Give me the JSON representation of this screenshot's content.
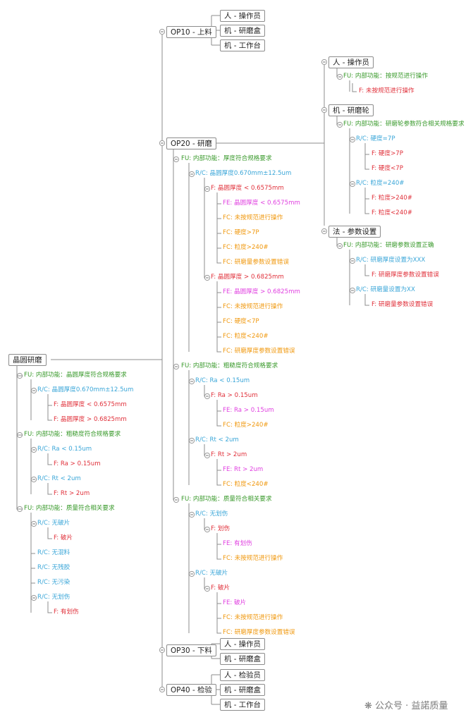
{
  "root": {
    "label": "晶圆研磨"
  },
  "left_tree": [
    {
      "type": "FU",
      "text": "内部功能：晶圆厚度符合规格要求",
      "children": [
        {
          "type": "R/C",
          "text": "晶圆厚度0.670mm±12.5um",
          "children": [
            {
              "type": "F",
              "text": "晶圆厚度 < 0.6575mm"
            },
            {
              "type": "F",
              "text": "晶圆厚度 > 0.6825mm"
            }
          ]
        }
      ]
    },
    {
      "type": "FU",
      "text": "内部功能：粗糙度符合规格要求",
      "children": [
        {
          "type": "R/C",
          "text": "Ra < 0.15um",
          "children": [
            {
              "type": "F",
              "text": "Ra > 0.15um"
            }
          ]
        },
        {
          "type": "R/C",
          "text": "Rt < 2um",
          "children": [
            {
              "type": "F",
              "text": "Rt > 2um"
            }
          ]
        }
      ]
    },
    {
      "type": "FU",
      "text": "内部功能：质量符合相关要求",
      "children": [
        {
          "type": "R/C",
          "text": "无破片",
          "children": [
            {
              "type": "F",
              "text": "破片"
            }
          ]
        },
        {
          "type": "R/C",
          "text": "无混料"
        },
        {
          "type": "R/C",
          "text": "无残胶"
        },
        {
          "type": "R/C",
          "text": "无污染"
        },
        {
          "type": "R/C",
          "text": "无划伤",
          "children": [
            {
              "type": "F",
              "text": "有划伤"
            }
          ]
        }
      ]
    }
  ],
  "op10": {
    "label": "OP10 - 上料",
    "children": [
      "人 - 操作员",
      "机 - 研磨盒",
      "机 - 工作台"
    ]
  },
  "op20": {
    "label": "OP20 - 研磨"
  },
  "op20_tree": [
    {
      "type": "FU",
      "text": "内部功能：厚度符合规格要求",
      "children": [
        {
          "type": "R/C",
          "text": "晶圆厚度0.670mm±12.5um",
          "children": [
            {
              "type": "F",
              "text": "晶圆厚度 < 0.6575mm",
              "children": [
                {
                  "type": "FE",
                  "text": "晶圆厚度 < 0.6575mm"
                },
                {
                  "type": "FC",
                  "text": "未按规范进行操作"
                },
                {
                  "type": "FC",
                  "text": "硬度>7P"
                },
                {
                  "type": "FC",
                  "text": "粒度>240#"
                },
                {
                  "type": "FC",
                  "text": "研磨量参数设置错误"
                }
              ]
            },
            {
              "type": "F",
              "text": "晶圆厚度 > 0.6825mm",
              "children": [
                {
                  "type": "FE",
                  "text": "晶圆厚度 > 0.6825mm"
                },
                {
                  "type": "FC",
                  "text": "未按规范进行操作"
                },
                {
                  "type": "FC",
                  "text": "硬度<7P"
                },
                {
                  "type": "FC",
                  "text": "粒度<240#"
                },
                {
                  "type": "FC",
                  "text": "研磨厚度参数设置错误"
                }
              ]
            }
          ]
        }
      ]
    },
    {
      "type": "FU",
      "text": "内部功能：粗糙度符合规格要求",
      "children": [
        {
          "type": "R/C",
          "text": "Ra < 0.15um",
          "children": [
            {
              "type": "F",
              "text": "Ra > 0.15um",
              "children": [
                {
                  "type": "FE",
                  "text": "Ra > 0.15um"
                },
                {
                  "type": "FC",
                  "text": "粒度>240#"
                }
              ]
            }
          ]
        },
        {
          "type": "R/C",
          "text": "Rt < 2um",
          "children": [
            {
              "type": "F",
              "text": "Rt > 2um",
              "children": [
                {
                  "type": "FE",
                  "text": "Rt > 2um"
                },
                {
                  "type": "FC",
                  "text": "粒度<240#"
                }
              ]
            }
          ]
        }
      ]
    },
    {
      "type": "FU",
      "text": "内部功能：质量符合相关要求",
      "children": [
        {
          "type": "R/C",
          "text": "无划伤",
          "children": [
            {
              "type": "F",
              "text": "划伤",
              "children": [
                {
                  "type": "FE",
                  "text": "有划伤"
                },
                {
                  "type": "FC",
                  "text": "未按规范进行操作"
                }
              ]
            }
          ]
        },
        {
          "type": "R/C",
          "text": "无破片",
          "children": [
            {
              "type": "F",
              "text": "破片",
              "children": [
                {
                  "type": "FE",
                  "text": "破片"
                },
                {
                  "type": "FC",
                  "text": "未按规范进行操作"
                },
                {
                  "type": "FC",
                  "text": "研磨厚度参数设置错误"
                }
              ]
            }
          ]
        }
      ]
    }
  ],
  "op20_right": [
    {
      "label": "人 - 操作员",
      "tree": [
        {
          "type": "FU",
          "text": "内部功能：按规范进行操作",
          "children": [
            {
              "type": "F",
              "text": "未按规范进行操作"
            }
          ]
        }
      ]
    },
    {
      "label": "机 - 研磨轮",
      "tree": [
        {
          "type": "FU",
          "text": "内部功能：研磨轮参数符合相关规格要求",
          "children": [
            {
              "type": "R/C",
              "text": "硬度=7P",
              "children": [
                {
                  "type": "F",
                  "text": "硬度>7P"
                },
                {
                  "type": "F",
                  "text": "硬度<7P"
                }
              ]
            },
            {
              "type": "R/C",
              "text": "粒度=240#",
              "children": [
                {
                  "type": "F",
                  "text": "粒度>240#"
                },
                {
                  "type": "F",
                  "text": "粒度<240#"
                }
              ]
            }
          ]
        }
      ]
    },
    {
      "label": "法 - 参数设置",
      "tree": [
        {
          "type": "FU",
          "text": "内部功能：研磨参数设置正确",
          "children": [
            {
              "type": "R/C",
              "text": "研磨厚度设置为XXX",
              "children": [
                {
                  "type": "F",
                  "text": "研磨厚度参数设置错误"
                }
              ]
            },
            {
              "type": "R/C",
              "text": "研磨量设置为XX",
              "children": [
                {
                  "type": "F",
                  "text": "研磨量参数设置错误"
                }
              ]
            }
          ]
        }
      ]
    }
  ],
  "op30": {
    "label": "OP30 - 下料",
    "children": [
      "人 - 操作员",
      "机 - 研磨盒"
    ]
  },
  "op40": {
    "label": "OP40 - 检验",
    "children": [
      "人 - 检验员",
      "机 - 研磨盒",
      "机 - 工作台"
    ]
  },
  "watermark": "公众号 · 益諾质量"
}
